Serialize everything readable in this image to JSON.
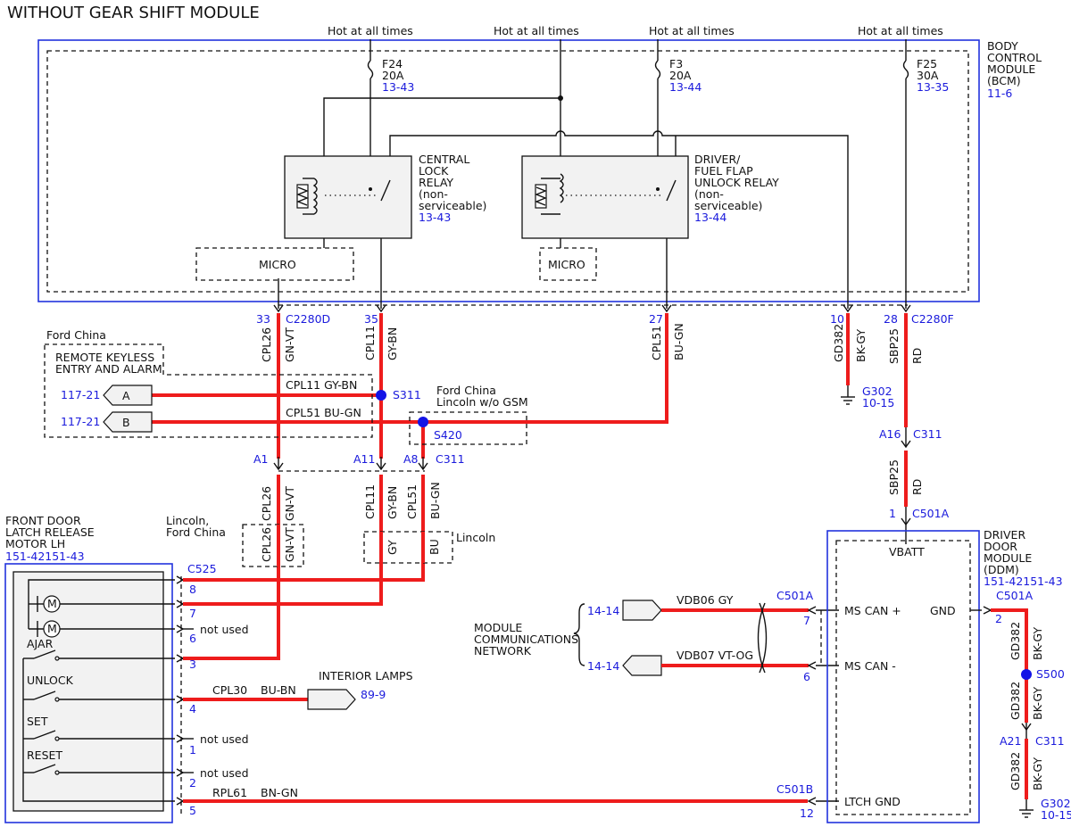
{
  "title": "WITHOUT GEAR SHIFT MODULE",
  "power": {
    "hot_labels": [
      "Hot at all times",
      "Hot at all times",
      "Hot at all times",
      "Hot at all times"
    ],
    "fuses": [
      {
        "name": "F24",
        "rating": "20A",
        "ref": "13-43"
      },
      {
        "name": "F3",
        "rating": "20A",
        "ref": "13-44"
      },
      {
        "name": "F25",
        "rating": "30A",
        "ref": "13-35"
      }
    ]
  },
  "bcm": {
    "lines": [
      "BODY",
      "CONTROL",
      "MODULE",
      "(BCM)"
    ],
    "ref": "11-6"
  },
  "central_lock_relay": {
    "lines": [
      "CENTRAL",
      "LOCK",
      "RELAY",
      "(non-",
      "serviceable)"
    ],
    "ref": "13-43"
  },
  "driver_relay": {
    "lines": [
      "DRIVER/",
      "FUEL FLAP",
      "UNLOCK RELAY",
      "(non-",
      "serviceable)"
    ],
    "ref": "13-44"
  },
  "micro_labels": [
    "MICRO",
    "MICRO"
  ],
  "bcm_pins": {
    "p33": "33",
    "c2280d": "C2280D",
    "p35": "35",
    "p27": "27",
    "p10": "10",
    "p28": "28",
    "c2280f": "C2280F"
  },
  "wires": {
    "cpl26": "CPL26",
    "gn_vt": "GN-VT",
    "cpl11": "CPL11",
    "gy_bn": "GY-BN",
    "cpl51": "CPL51",
    "bu_gn": "BU-GN",
    "gd382": "GD382",
    "bk_gy": "BK-GY",
    "sbp25": "SBP25",
    "rd": "RD",
    "cpl11_gy_bn": "CPL11   GY-BN",
    "cpl51_bu_gn": "CPL51   BU-GN",
    "gy": "GY",
    "bu": "BU",
    "cpl30": "CPL30",
    "bu_bn": "BU-BN",
    "rpl61": "RPL61",
    "bn_gn": "BN-GN",
    "vdb06": "VDB06  GY",
    "vdb07": "VDB07  VT-OG"
  },
  "keyless": {
    "group": "Ford China",
    "title": [
      "REMOTE KEYLESS",
      "ENTRY AND ALARM"
    ],
    "pin_a": "A",
    "pin_b": "B",
    "ref_a": "117-21",
    "ref_b": "117-21"
  },
  "splices": {
    "s311": "S311",
    "s420": "S420",
    "s500": "S500"
  },
  "s420_group": [
    "Ford China",
    "Lincoln w/o GSM"
  ],
  "grounds": {
    "g302_top": "G302",
    "g302_top_ref": "10-15",
    "g302_bottom": "G302",
    "g302_bottom_ref": "10-15"
  },
  "c311": {
    "a1": "A1",
    "a11": "A11",
    "a8": "A8",
    "name": "C311",
    "a16": "A16",
    "name2": "C311",
    "a21": "A21",
    "name3": "C311"
  },
  "variants": {
    "lincoln_ford_china": [
      "Lincoln,",
      "Ford China"
    ],
    "lincoln": "Lincoln"
  },
  "latch_motor": {
    "lines": [
      "FRONT DOOR",
      "LATCH RELEASE",
      "MOTOR LH"
    ],
    "ref": "151-42151-43",
    "connector": "C525",
    "pins": [
      "8",
      "7",
      "6",
      "3",
      "4",
      "1",
      "2",
      "5"
    ],
    "not_used": [
      "not used",
      "not used",
      "not used"
    ],
    "switches": [
      "AJAR",
      "UNLOCK",
      "SET",
      "RESET"
    ],
    "motor_symbol": "M"
  },
  "interior_lamps": {
    "label": "INTERIOR LAMPS",
    "ref": "89-9"
  },
  "network": {
    "lines": [
      "MODULE",
      "COMMUNICATIONS",
      "NETWORK"
    ],
    "ref_plus": "14-14",
    "ref_minus": "14-14",
    "connector_top": "C501A",
    "pin7": "7",
    "pin6": "6",
    "connector_bottom": "C501B",
    "pin12": "12"
  },
  "ddm": {
    "lines": [
      "DRIVER",
      "DOOR",
      "MODULE",
      "(DDM)"
    ],
    "ref": "151-42151-43",
    "vbatt": "VBATT",
    "ms_can_plus": "MS CAN +",
    "ms_can_minus": "MS CAN -",
    "gnd": "GND",
    "ltch_gnd": "LTCH GND",
    "pin1": "1",
    "c501a": "C501A",
    "c501a_2": "C501A",
    "pin2": "2"
  }
}
